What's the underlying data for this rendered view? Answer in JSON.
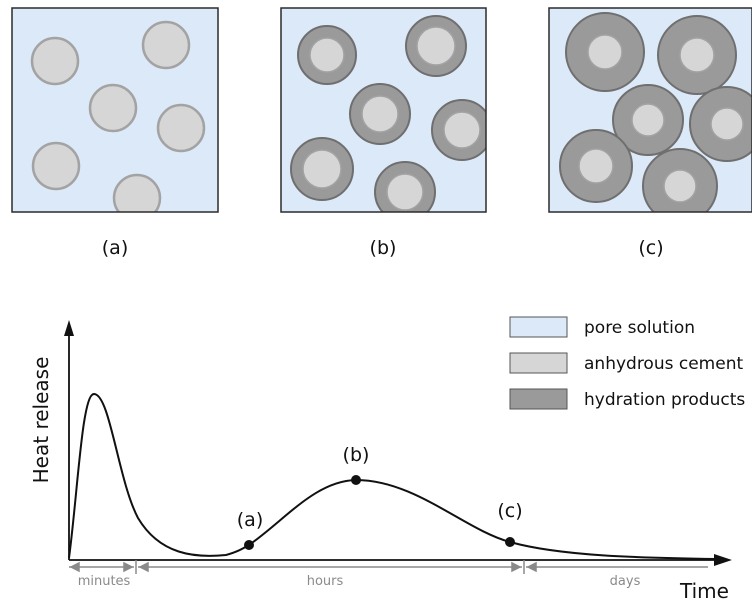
{
  "panels": [
    {
      "caption": "(a)",
      "state": "anhydrous"
    },
    {
      "caption": "(b)",
      "state": "partially-hydrated"
    },
    {
      "caption": "(c)",
      "state": "highly-hydrated"
    }
  ],
  "legend": {
    "items": [
      {
        "label": "pore solution",
        "color": "#dce9f8"
      },
      {
        "label": "anhydrous cement",
        "color": "#d6d6d6"
      },
      {
        "label": "hydration products",
        "color": "#9a9a9a"
      }
    ]
  },
  "chart": {
    "y_label": "Heat release",
    "x_label": "Time",
    "points": [
      {
        "label": "(a)"
      },
      {
        "label": "(b)"
      },
      {
        "label": "(c)"
      }
    ],
    "time_scales": [
      "minutes",
      "hours",
      "days"
    ]
  },
  "colors": {
    "pore": "#dce9f8",
    "anhydrous": "#d6d6d6",
    "anhydrous_border": "#a3a3a3",
    "hydration": "#9a9a9a",
    "hydration_border": "#6f6f6f",
    "frame": "#2b2b2b",
    "grey_text": "#8a8a8a"
  }
}
